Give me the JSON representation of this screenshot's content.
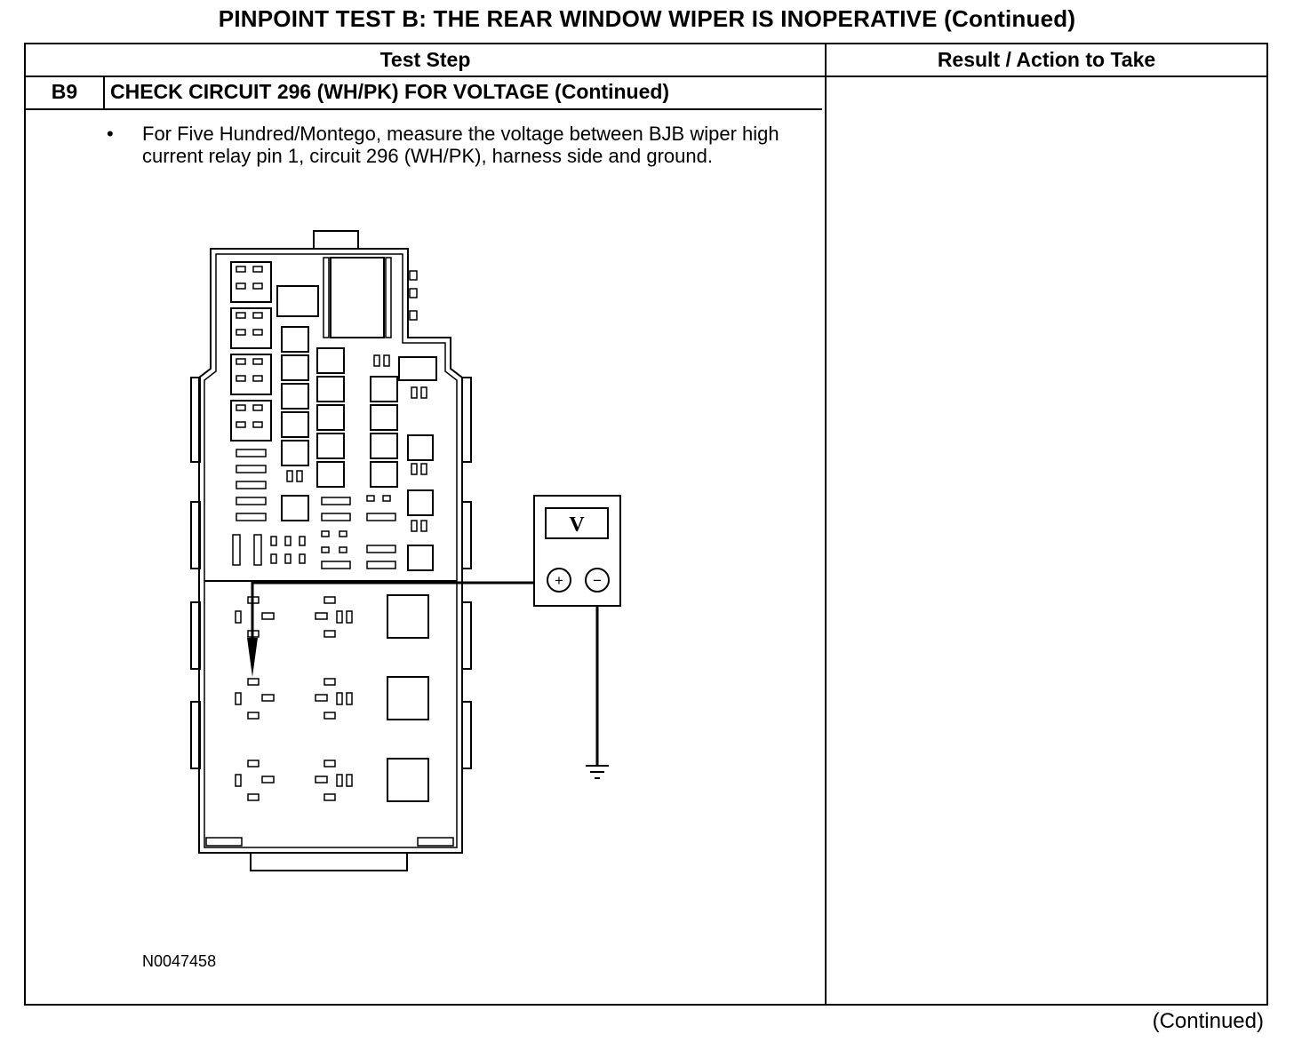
{
  "page_title": "PINPOINT TEST  B: THE REAR WINDOW WIPER IS INOPERATIVE (Continued)",
  "table": {
    "col_test_step": "Test Step",
    "col_result": "Result / Action to Take",
    "step_id": "B9",
    "step_title": "CHECK CIRCUIT 296 (WH/PK) FOR VOLTAGE (Continued)",
    "bullet_glyph": "•",
    "instruction": "For Five Hundred/Montego, measure the voltage between BJB wiper high current relay pin 1, circuit 296 (WH/PK), harness side and ground.",
    "figure_id": "N0047458"
  },
  "diagram": {
    "meter_symbol": "V",
    "positive_symbol": "+",
    "negative_symbol": "−"
  },
  "footer_continued": "(Continued)"
}
